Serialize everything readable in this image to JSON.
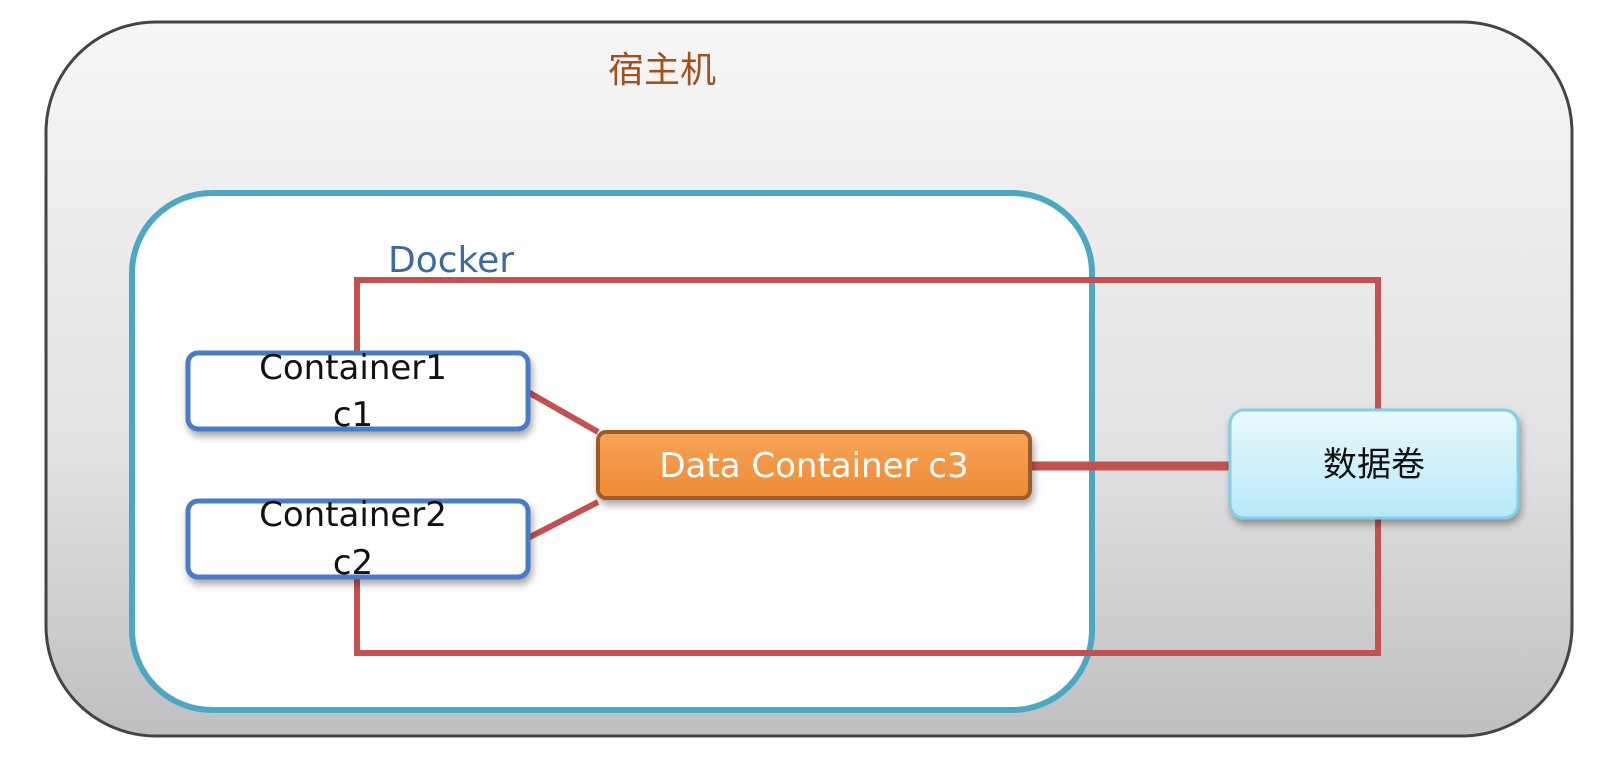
{
  "host": {
    "label": "宿主机"
  },
  "docker": {
    "label": "Docker"
  },
  "containers": [
    {
      "name": "Container1",
      "short": "c1"
    },
    {
      "name": "Container2",
      "short": "c2"
    }
  ],
  "data_container": {
    "label": "Data Container c3"
  },
  "volume": {
    "label": "数据卷"
  },
  "colors": {
    "host_border": "#444444",
    "docker_border": "#4aa8c4",
    "container_border": "#4a7cc8",
    "data_container_fill": "#f2923f",
    "data_container_border": "#a05a25",
    "volume_fill": "#c8eef8",
    "link_line": "#c55050",
    "host_title": "#a0521a",
    "docker_title": "#3d6aa0"
  }
}
